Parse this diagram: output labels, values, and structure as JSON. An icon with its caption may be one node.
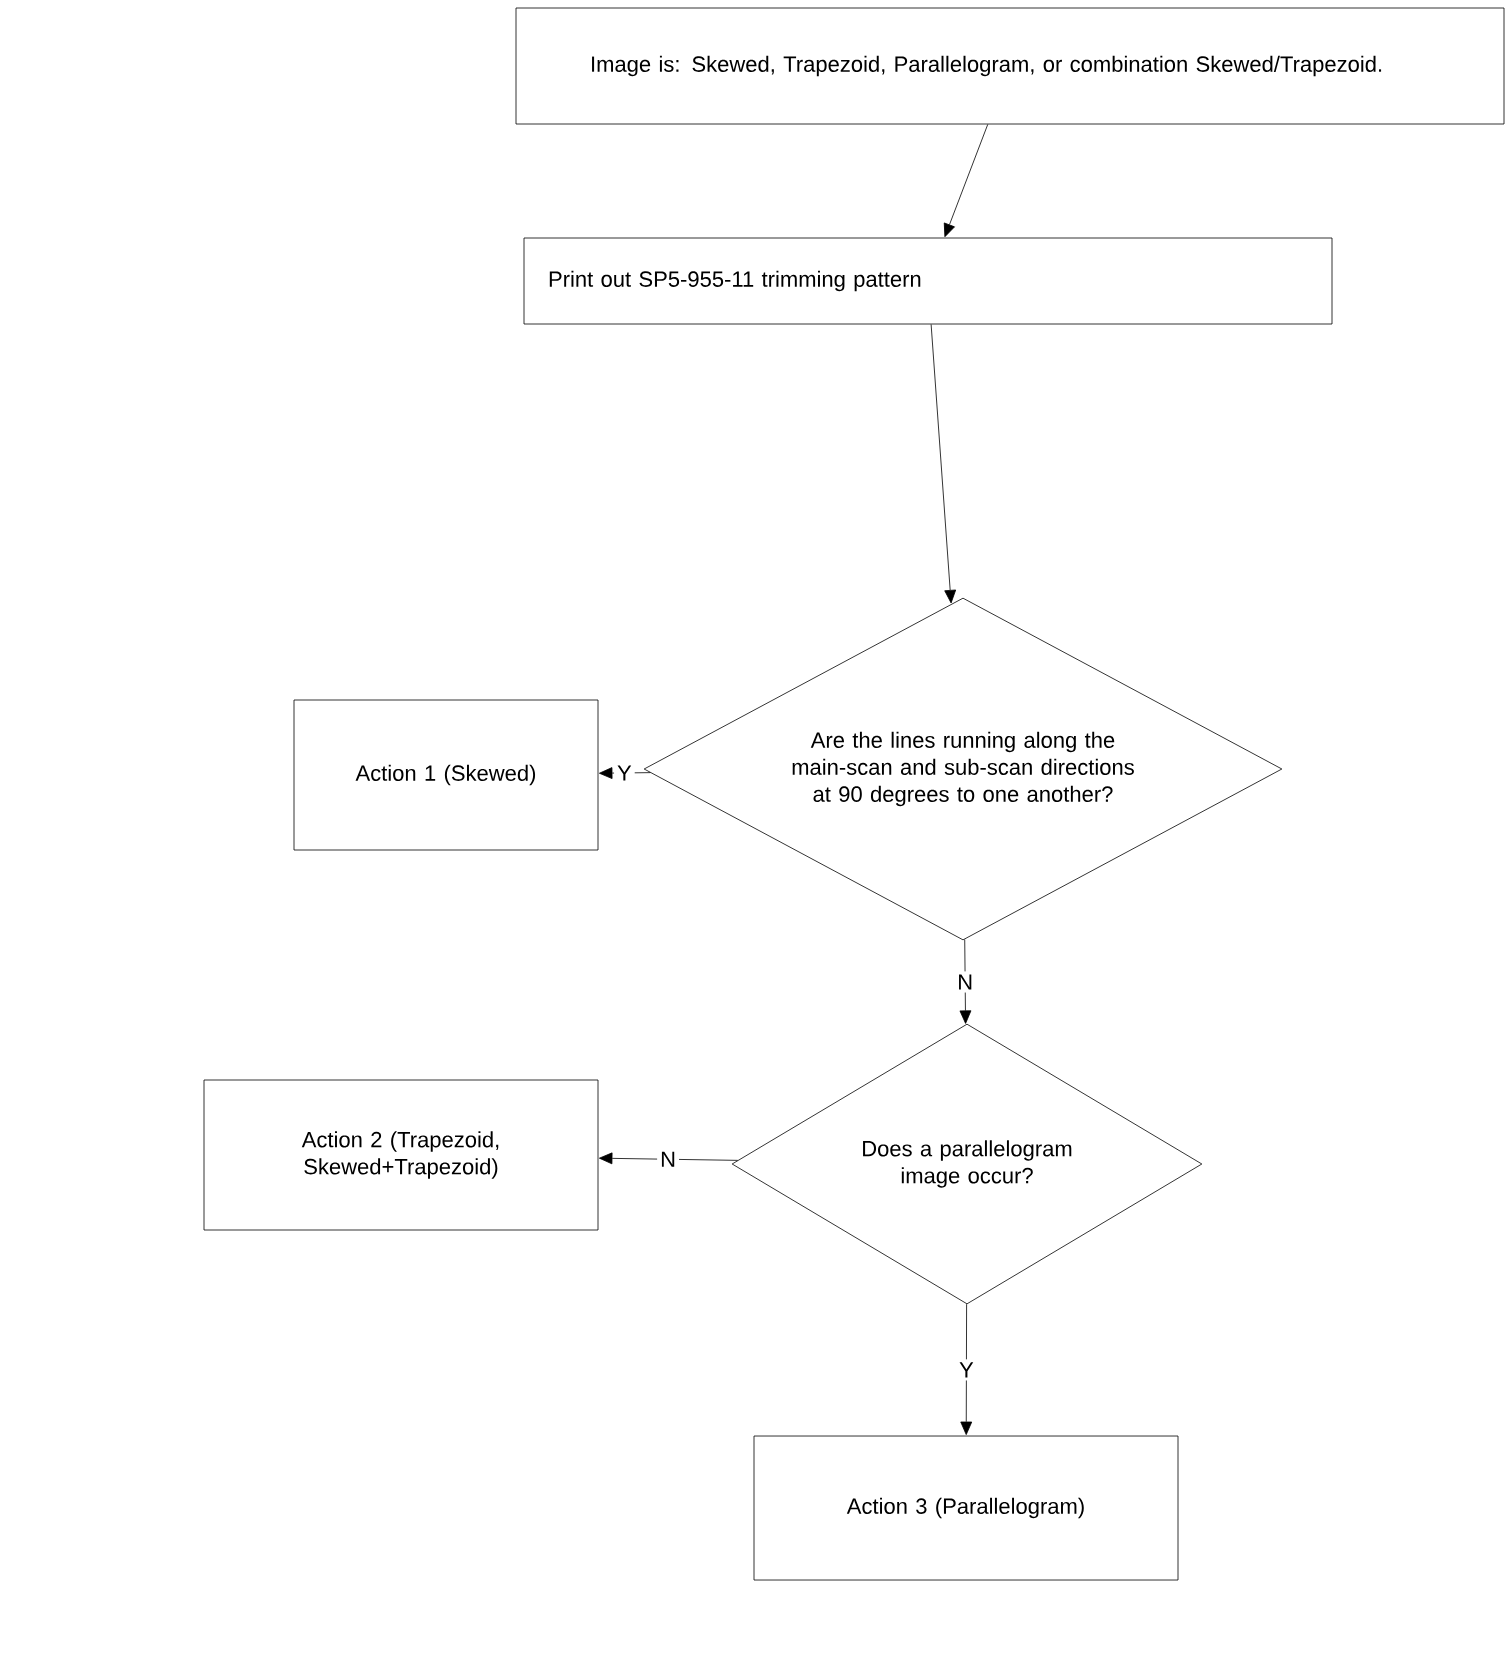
{
  "diagram": {
    "nodes": [
      {
        "text": [
          "Image is: Skewed, Trapezoid, Parallelogram, or combination Skewed/Trapezoid."
        ]
      },
      {
        "text": [
          "Print out SP5-955-11 trimming pattern"
        ]
      },
      {
        "text": [
          "Are the lines running along the main-scan and sub-scan directions at 90 degrees to one another?"
        ]
      },
      {
        "text": [
          "Action  1 (Skewed)"
        ]
      },
      {
        "text": [
          "Does a parallelogram image occur?"
        ]
      },
      {
        "text": [
          "Action  2 (Trapezoid, Skewed+Trapezoid)"
        ]
      },
      {
        "text": [
          "Action  3 (Parallelogram)"
        ]
      }
    ],
    "edges": [
      {
        "from": 0,
        "to": 1,
        "arrow": "to"
      },
      {
        "from": 1,
        "to": 2,
        "arrow": "to"
      },
      {
        "from": 2,
        "to": 3,
        "arrow": "to",
        "label": "Y"
      },
      {
        "from": 2,
        "to": 4,
        "arrow": "to",
        "label": "N"
      },
      {
        "from": 4,
        "to": 5,
        "arrow": "to",
        "label": "N"
      },
      {
        "from": 4,
        "to": 6,
        "arrow": "to",
        "label": "Y"
      }
    ]
  }
}
